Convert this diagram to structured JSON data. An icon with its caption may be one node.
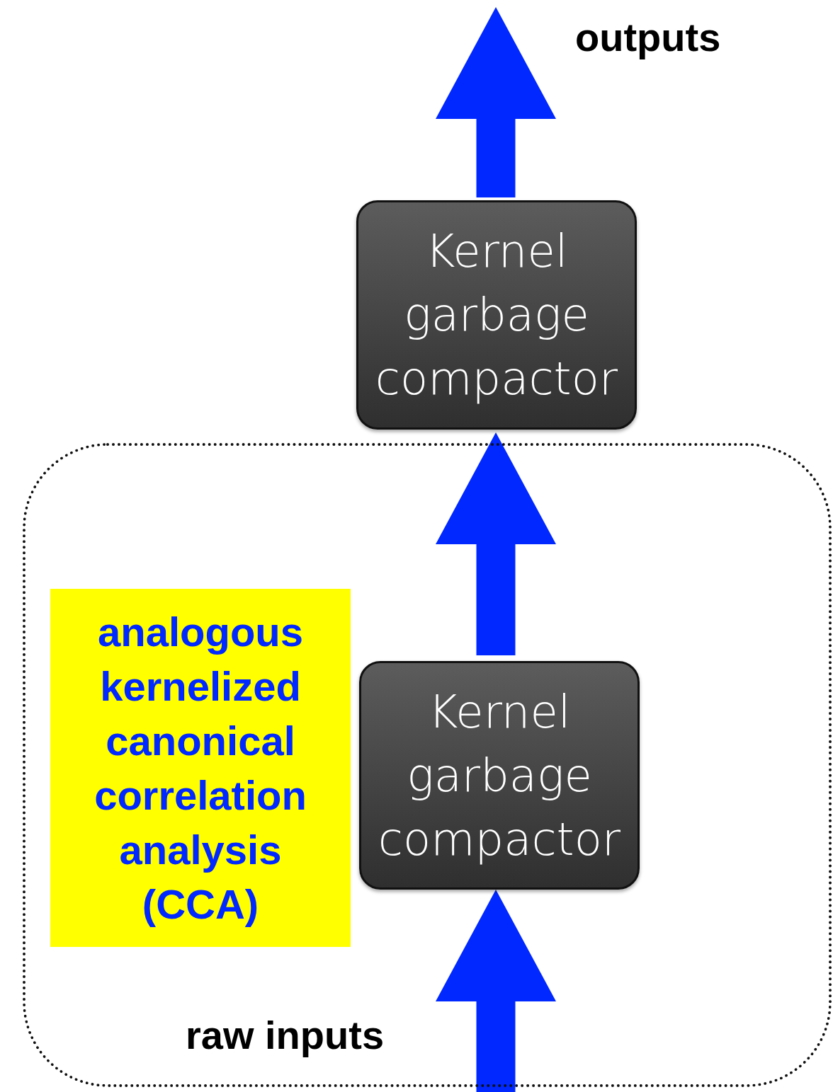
{
  "diagram": {
    "nodes": [
      {
        "text": [
          "Kernel garbage compactor"
        ]
      },
      {
        "text": [],
        "shape": "box"
      },
      {
        "text": [
          "analogous kernelized canonical correlation analysis (CCA)"
        ],
        "in": 1
      },
      {
        "text": [
          "Kernel garbage compactor"
        ],
        "in": 1
      }
    ],
    "edges": [
      {
        "from": 3,
        "to": 0,
        "arrow": "to"
      },
      {
        "from": 0,
        "to": null,
        "arrow": "to"
      },
      {
        "from": null,
        "to": 3,
        "arrow": "to"
      }
    ],
    "labels": [
      "outputs",
      "raw inputs"
    ]
  }
}
